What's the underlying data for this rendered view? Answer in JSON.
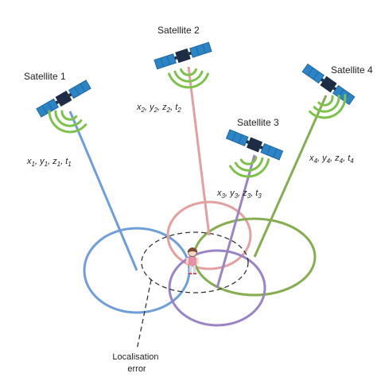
{
  "colors": {
    "sat1": "#6f9edb",
    "sat2": "#e3a0a0",
    "sat3": "#9a83c6",
    "sat4": "#86ad4f",
    "wifi": "#7dc24a",
    "panel": "#2a84c6",
    "body": "#1e2d45",
    "error": "#333333"
  },
  "satellites": [
    {
      "id": "sat1",
      "label": "Satellite 1",
      "coord": {
        "x": "x",
        "xs": "1",
        "y": "y",
        "ys": "1",
        "z": "z",
        "zs": "1",
        "t": "t",
        "ts": "1"
      }
    },
    {
      "id": "sat2",
      "label": "Satellite 2",
      "coord": {
        "x": "x",
        "xs": "2",
        "y": "y",
        "ys": "2",
        "z": "z",
        "zs": "2",
        "t": "t",
        "ts": "2"
      }
    },
    {
      "id": "sat3",
      "label": "Satellite 3",
      "coord": {
        "x": "x",
        "xs": "3",
        "y": "y",
        "ys": "3",
        "z": "z",
        "zs": "3",
        "t": "t",
        "ts": "3"
      }
    },
    {
      "id": "sat4",
      "label": "Satellite 4",
      "coord": {
        "x": "x",
        "xs": "4",
        "y": "y",
        "ys": "4",
        "z": "z",
        "zs": "4",
        "t": "t",
        "ts": "4"
      }
    }
  ],
  "error_label": {
    "line1": "Localisation",
    "line2": "error"
  },
  "icons": {
    "satellite": "satellite-icon",
    "signal": "signal-waves-icon",
    "person": "person-icon"
  }
}
